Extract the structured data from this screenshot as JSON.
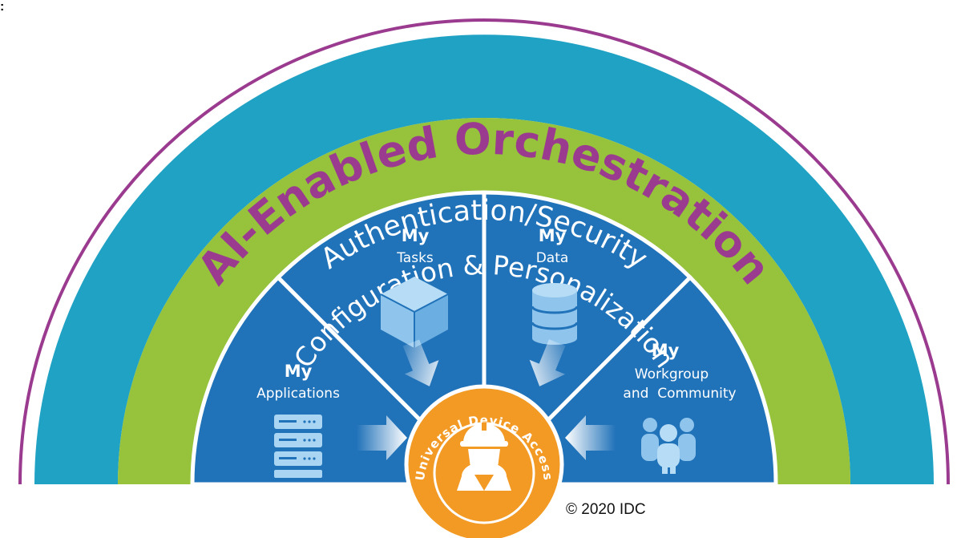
{
  "corner_mark": ":",
  "title": "AI-Enabled Orchestration",
  "layers": {
    "outer": "Authentication/Security",
    "middle": "Configuration & Personalization"
  },
  "segments": [
    {
      "id": "applications",
      "heading": "My",
      "lines": [
        "Applications"
      ],
      "icon": "server-rack-icon"
    },
    {
      "id": "tasks",
      "heading": "My",
      "lines": [
        "Tasks"
      ],
      "icon": "cube-icon"
    },
    {
      "id": "data",
      "heading": "My",
      "lines": [
        "Data"
      ],
      "icon": "database-icon"
    },
    {
      "id": "workgroup",
      "heading": "My",
      "lines": [
        "Workgroup",
        "and  Community"
      ],
      "icon": "people-group-icon"
    }
  ],
  "center": {
    "label": "Universal Device Access",
    "icon": "hard-hat-worker-icon"
  },
  "copyright": "© 2020 IDC",
  "colors": {
    "title": "#9b3b8f",
    "outer_ring": "#1fa2c4",
    "middle_ring": "#96c23c",
    "inner_segments": "#2072b9",
    "center": "#f39a24",
    "white": "#ffffff"
  }
}
